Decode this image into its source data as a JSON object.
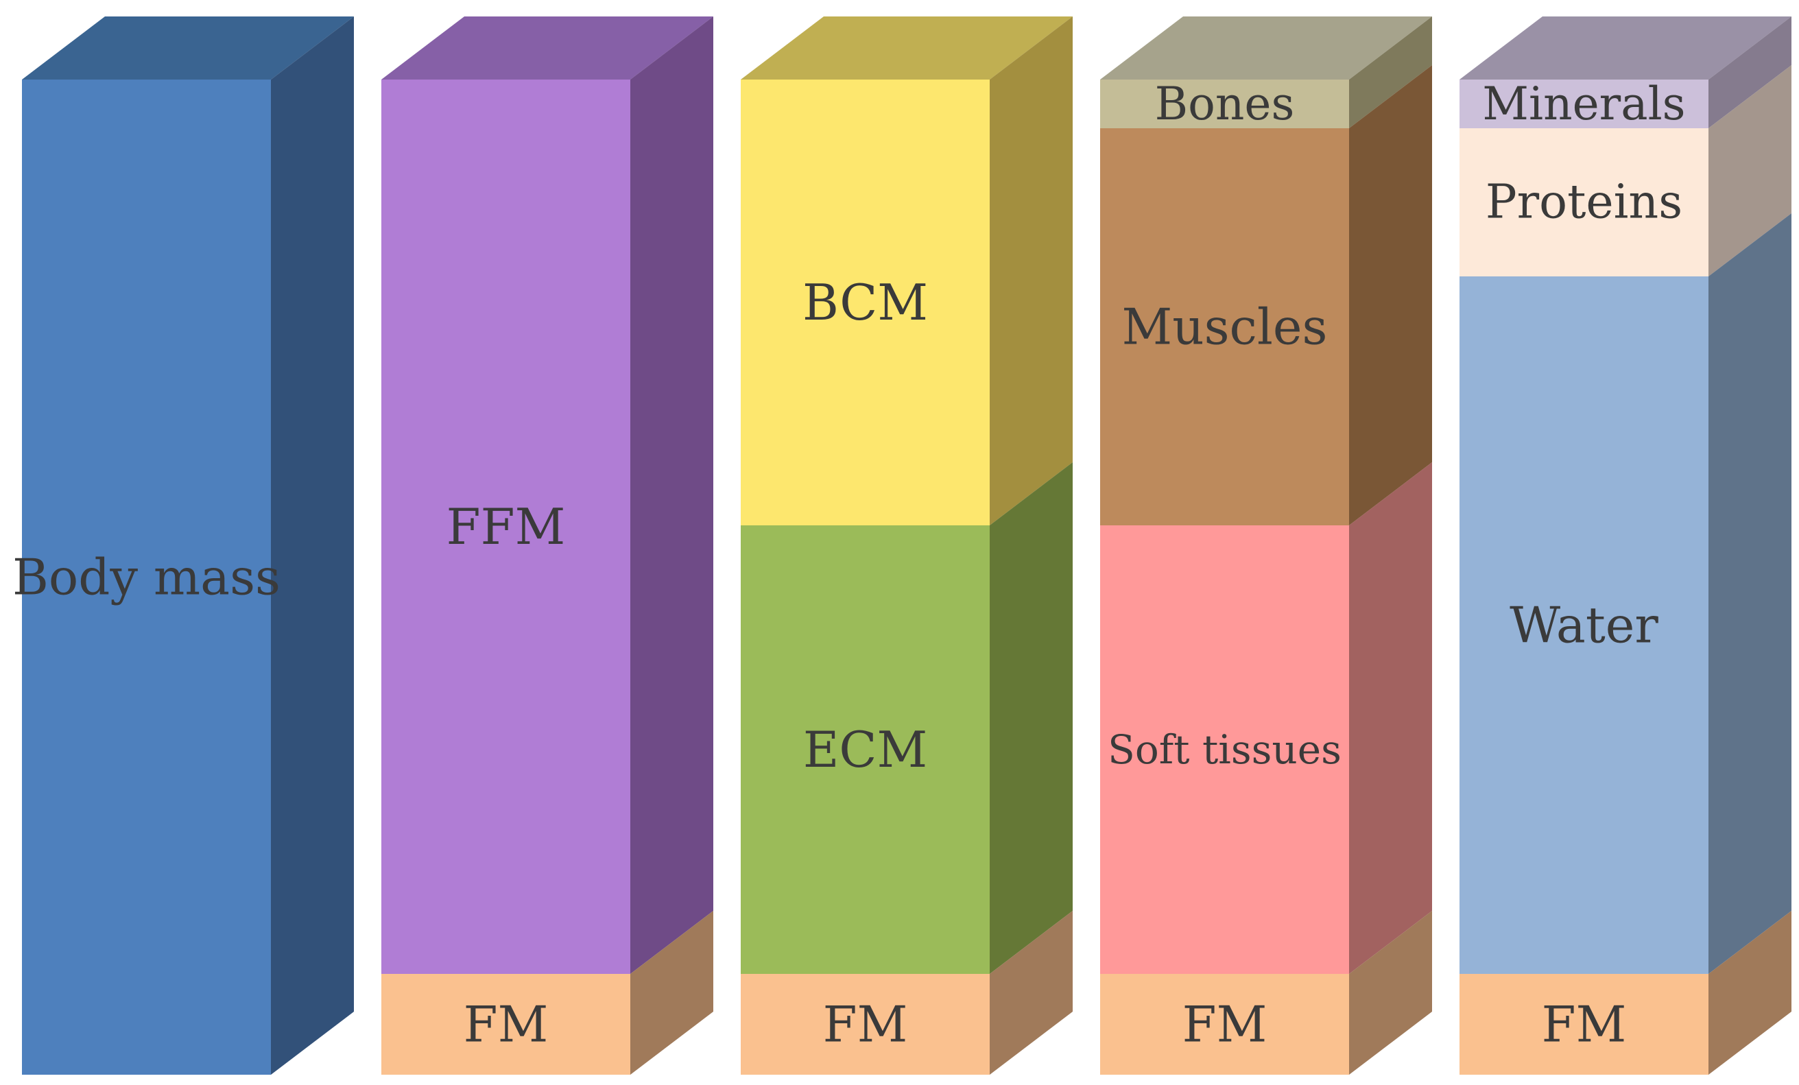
{
  "columns": [
    {
      "id": "body-mass",
      "segments": [
        {
          "label": "Body mass",
          "front": "#4e80bd",
          "side": "#325179",
          "top": "#3a6491"
        }
      ]
    },
    {
      "id": "ffm",
      "segments": [
        {
          "label": "FFM",
          "front": "#b07dd5",
          "side": "#6f4b87",
          "top": "#8660a7"
        },
        {
          "label": "FM",
          "front": "#fac18f",
          "side": "#a07a5a"
        }
      ]
    },
    {
      "id": "bcm-ecm",
      "segments": [
        {
          "label": "BCM",
          "front": "#fde76e",
          "side": "#a38f3f",
          "top": "#c0af52"
        },
        {
          "label": "ECM",
          "front": "#9bbb59",
          "side": "#657836"
        },
        {
          "label": "FM",
          "front": "#fac18f",
          "side": "#a07a5a"
        }
      ]
    },
    {
      "id": "tissues",
      "segments": [
        {
          "label": "Bones",
          "front": "#c4bd97",
          "side": "#7f7a5c",
          "top": "#a6a38c"
        },
        {
          "label": "Muscles",
          "front": "#bd8a5c",
          "side": "#7a5736"
        },
        {
          "label": "Soft tissues",
          "front": "#ff9999",
          "side": "#a26260"
        },
        {
          "label": "FM",
          "front": "#fac18f",
          "side": "#a07a5a"
        }
      ]
    },
    {
      "id": "molecular",
      "segments": [
        {
          "label": "Minerals",
          "front": "#ccc0da",
          "side": "#857b8e",
          "top": "#9a91a6"
        },
        {
          "label": "Proteins",
          "front": "#fde9d9",
          "side": "#a4968d"
        },
        {
          "label": "Water",
          "front": "#95b3d7",
          "side": "#5f738a"
        },
        {
          "label": "FM",
          "front": "#fac18f",
          "side": "#a07a5a"
        }
      ]
    }
  ]
}
